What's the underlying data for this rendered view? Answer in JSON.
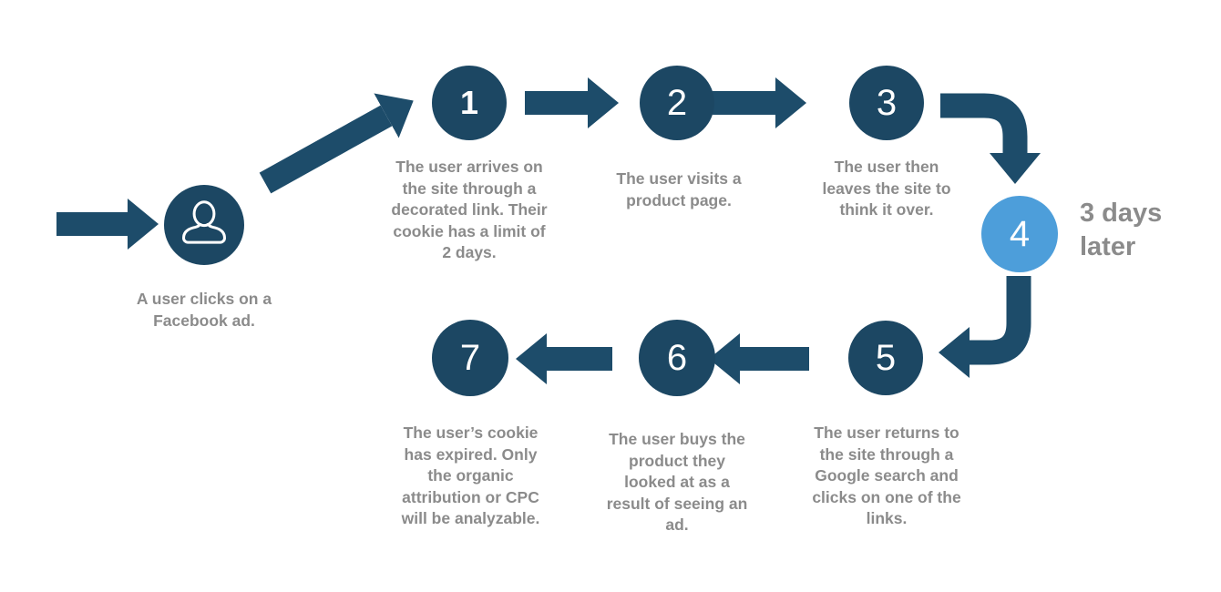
{
  "colors": {
    "navy": "#1C4763",
    "arrow": "#1D4C6A",
    "blue": "#4D9EDA",
    "gray": "#8B8B8B"
  },
  "start": {
    "label": "A user clicks on a Facebook ad.",
    "icon": "user-icon"
  },
  "annotation": "3 days later",
  "steps": [
    {
      "number": "1",
      "label": "The user arrives on the site through a decorated link. Their cookie has a limit of 2 days."
    },
    {
      "number": "2",
      "label": "The user visits a product page."
    },
    {
      "number": "3",
      "label": "The user then leaves the site to think it over."
    },
    {
      "number": "4",
      "label": ""
    },
    {
      "number": "5",
      "label": "The user returns to the site through a Google search and clicks on one of the links."
    },
    {
      "number": "6",
      "label": "The user buys the product they looked at as a result of seeing an ad."
    },
    {
      "number": "7",
      "label": "The user’s cookie has expired. Only the organic attribution or CPC will be analyzable."
    }
  ]
}
